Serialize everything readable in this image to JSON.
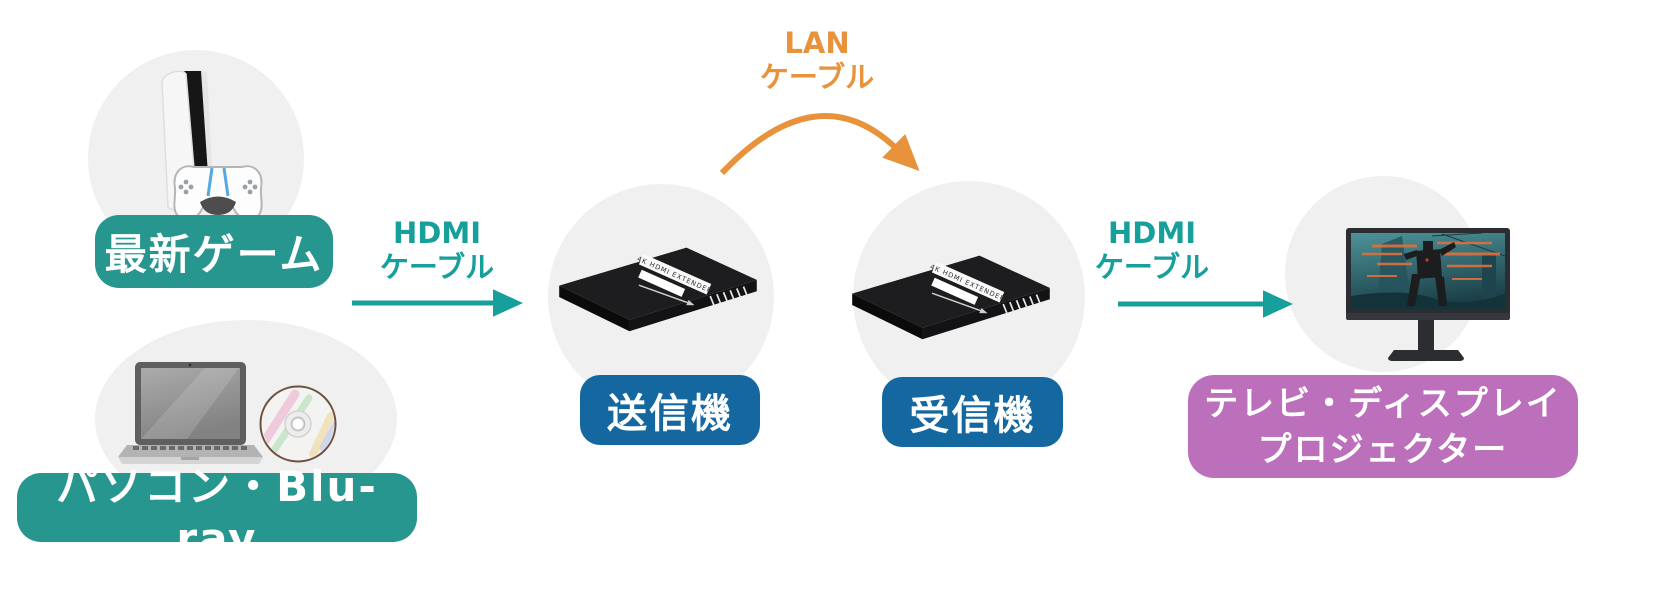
{
  "sources": {
    "game": {
      "label": "最新ゲーム"
    },
    "pc": {
      "label": "パソコン・Blu-ray"
    }
  },
  "cables": {
    "hdmi_left": {
      "name": "HDMI",
      "kind": "ケーブル"
    },
    "lan": {
      "name": "LAN",
      "kind": "ケーブル"
    },
    "hdmi_right": {
      "name": "HDMI",
      "kind": "ケーブル"
    }
  },
  "units": {
    "transmitter": {
      "label": "送信機",
      "marking": "4K HDMI EXTENDER"
    },
    "receiver": {
      "label": "受信機",
      "marking": "4K HDMI EXTENDER"
    }
  },
  "display": {
    "line1": "テレビ・ディスプレイ",
    "line2": "プロジェクター"
  },
  "colors": {
    "teal_badge": "#26968f",
    "teal_text": "#17a09b",
    "blue_badge": "#14689f",
    "orange": "#e8923c",
    "pink_badge": "#bc6fba",
    "circle_bg": "#f0f0f0"
  }
}
